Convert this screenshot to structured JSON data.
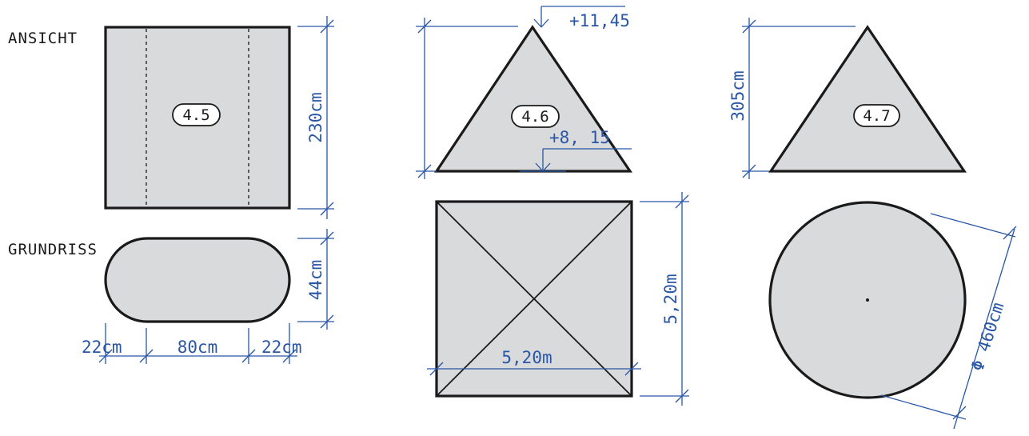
{
  "labels": {
    "ansicht": "ANSICHT",
    "grundriss": "GRUNDRISS"
  },
  "objects": {
    "obj45": {
      "id": "4.5"
    },
    "obj46": {
      "id": "4.6"
    },
    "obj47": {
      "id": "4.7"
    }
  },
  "dimensions": {
    "box_height": "230cm",
    "capsule_depth": "44cm",
    "capsule_end_left": "22cm",
    "capsule_middle": "80cm",
    "capsule_end_right": "22cm",
    "apex_level": "+11,45",
    "base_level": "+8, 15",
    "square_width": "5,20m",
    "square_depth": "5,20m",
    "triangle_height": "305cm",
    "circle_diameter": "Φ 460cm"
  },
  "colors": {
    "fill": "#d9dadc",
    "outline": "#1a1a1a",
    "dimension": "#2a56a6"
  }
}
